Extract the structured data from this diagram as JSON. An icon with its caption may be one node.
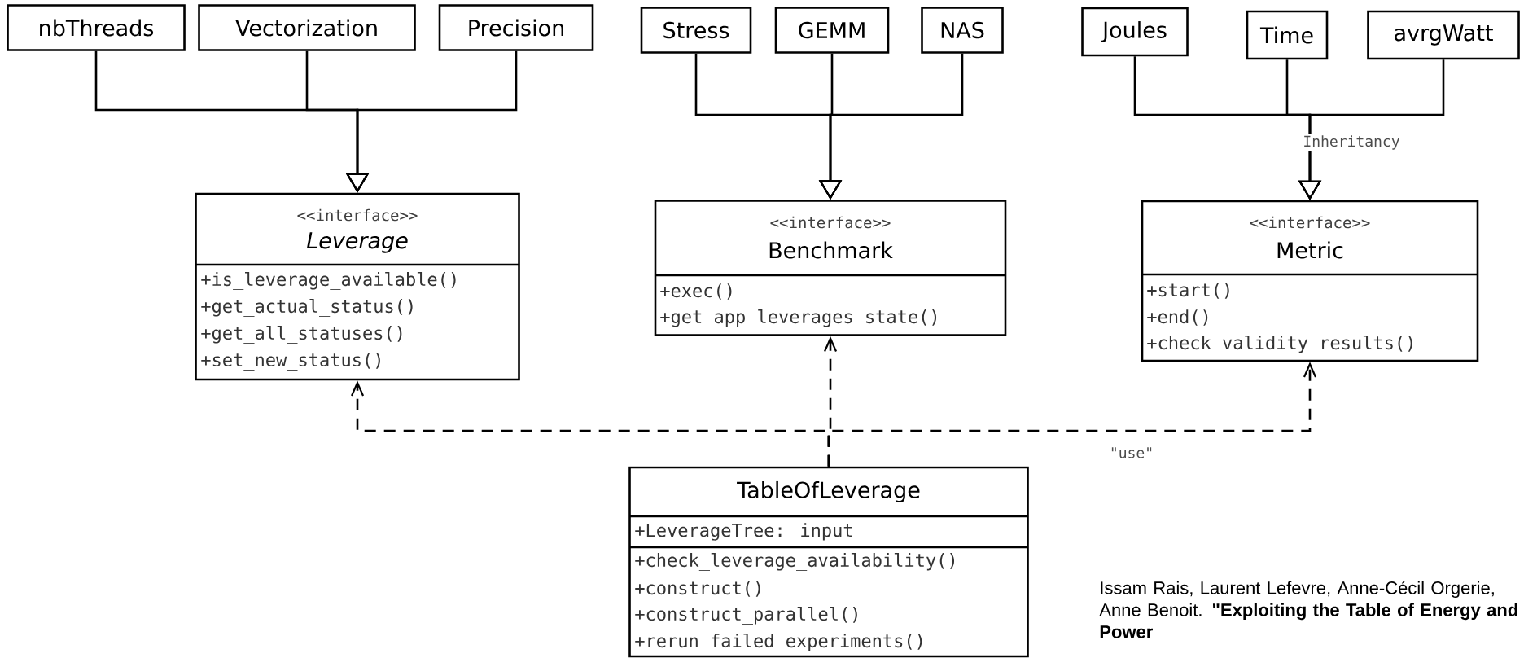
{
  "diagram": {
    "nodes": [
      {
        "text": [
          "nbThreads"
        ]
      },
      {
        "text": [
          "Vectorization"
        ]
      },
      {
        "text": [
          "Precision"
        ]
      },
      {
        "text": [
          "Stress"
        ]
      },
      {
        "text": [
          "GEMM"
        ]
      },
      {
        "text": [
          "NAS"
        ]
      },
      {
        "text": [
          "Joules"
        ]
      },
      {
        "text": [
          "Time"
        ]
      },
      {
        "text": [
          "avrgWatt"
        ]
      },
      {
        "text": [
          "<<interface>>",
          "Leverage",
          "+is_leverage_available()",
          "+get_actual_status()",
          "+get_all_statuses()",
          "+set_new_status()"
        ]
      },
      {
        "text": [
          "<<interface>>",
          "Benchmark",
          "+exec()",
          "+get_app_leverages_state()"
        ]
      },
      {
        "text": [
          "<<interface>>",
          "Metric",
          "+start()",
          "+end()",
          "+check_validity_results()"
        ]
      },
      {
        "text": [
          "TableOfLeverage",
          "+LeverageTree: input",
          "+check_leverage_availability()",
          "+construct()",
          "+construct_parallel()",
          "+rerun_failed_experiments()"
        ]
      }
    ],
    "edges": [
      {
        "from": 0,
        "to": 9,
        "arrow": "to"
      },
      {
        "from": 1,
        "to": 9,
        "arrow": "to"
      },
      {
        "from": 2,
        "to": 9,
        "arrow": "to"
      },
      {
        "from": 3,
        "to": 10,
        "arrow": "to"
      },
      {
        "from": 4,
        "to": 10,
        "arrow": "to"
      },
      {
        "from": 5,
        "to": 10,
        "arrow": "to"
      },
      {
        "from": 6,
        "to": 11,
        "arrow": "to"
      },
      {
        "from": 7,
        "to": 11,
        "arrow": "to",
        "label": "Inheritancy"
      },
      {
        "from": 8,
        "to": 11,
        "arrow": "to"
      },
      {
        "from": 12,
        "to": 9,
        "arrow": "to",
        "style": "dashed"
      },
      {
        "from": 12,
        "to": 10,
        "arrow": "to",
        "style": "dashed"
      },
      {
        "from": 12,
        "to": 11,
        "arrow": "to",
        "style": "dashed",
        "label": "\"use\""
      }
    ],
    "labels": [
      "Issam Rais, Laurent Lefevre, Anne-Cécil Orgerie, Anne Benoit. **\"Exploiting the Table of Energy and Power**"
    ]
  }
}
